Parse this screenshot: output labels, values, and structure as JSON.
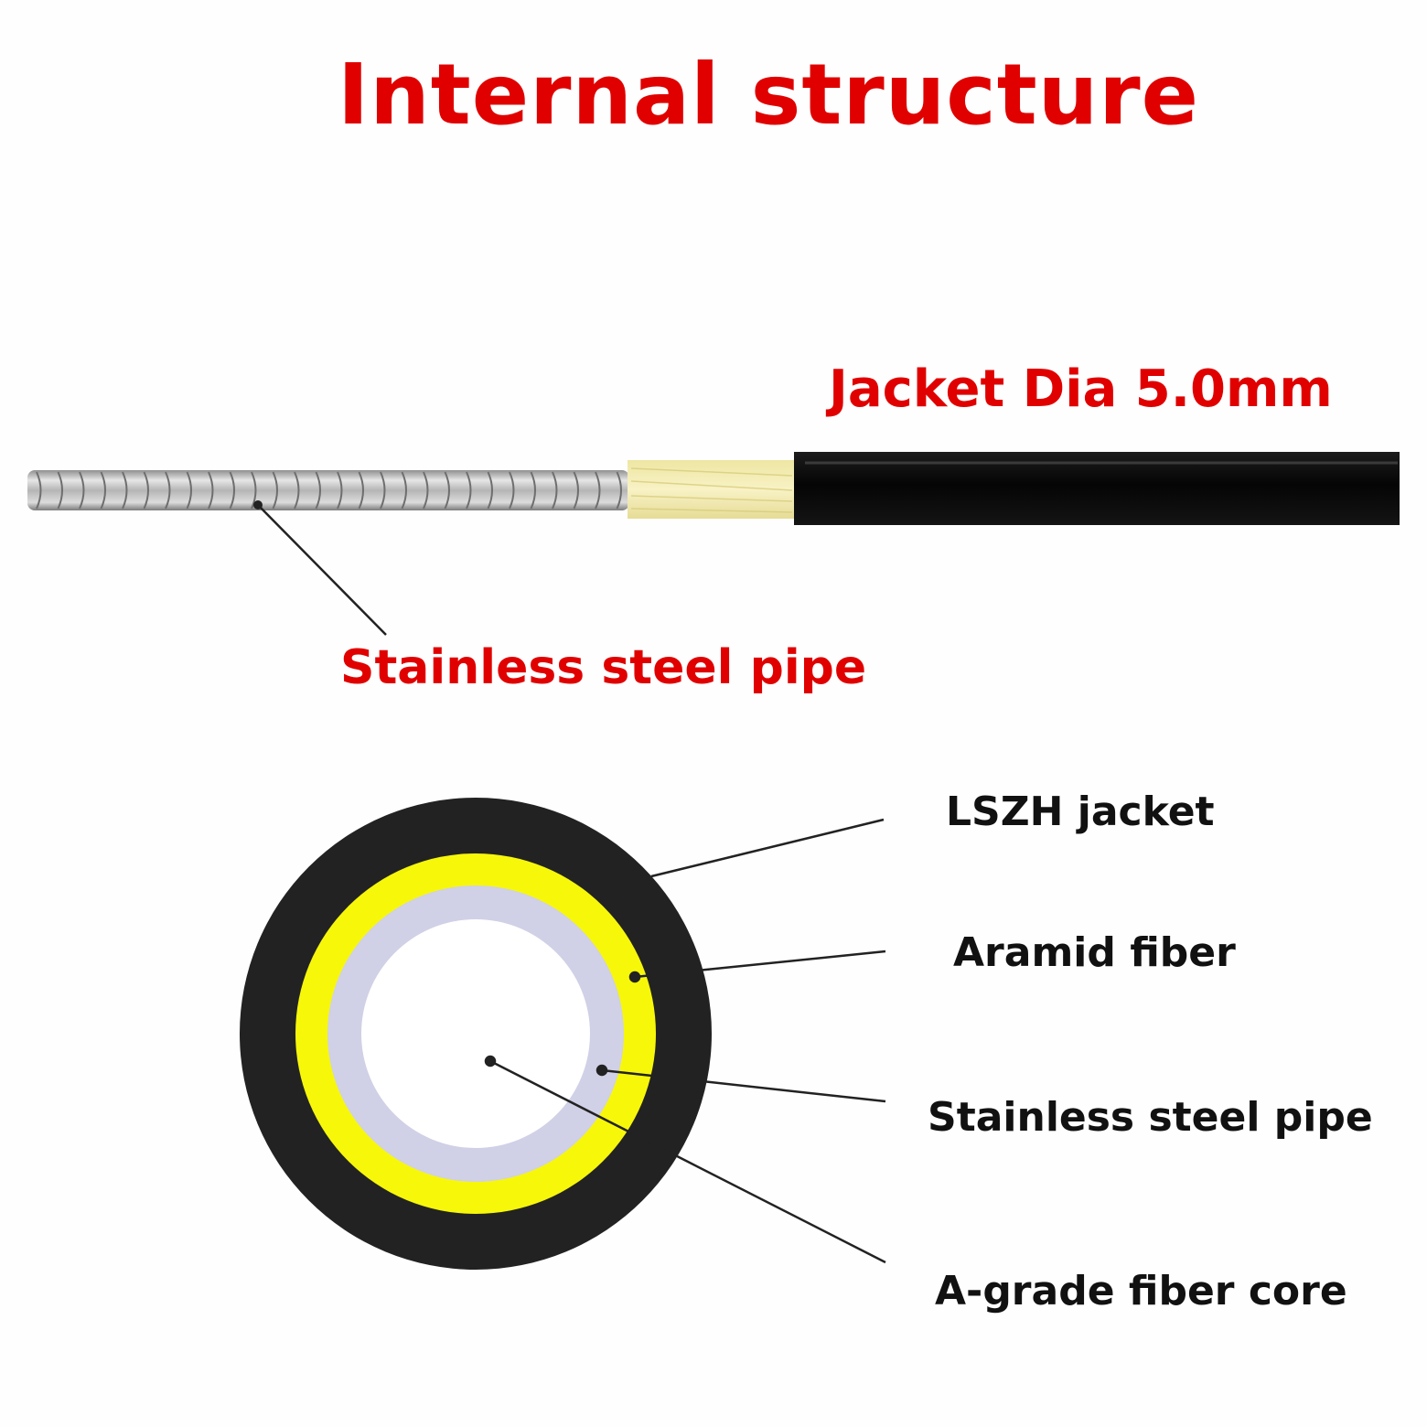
{
  "title": "Internal structure",
  "side_view": {
    "jacket_label": "Jacket Dia 5.0mm",
    "steel_pipe_label": "Stainless steel pipe"
  },
  "cross_section": {
    "legend": [
      {
        "id": "lszh-jacket",
        "label": "LSZH jacket",
        "color": "#222222"
      },
      {
        "id": "aramid-fiber",
        "label": "Aramid fiber",
        "color": "#f7f70a"
      },
      {
        "id": "stainless-steel-pipe",
        "label": "Stainless steel pipe",
        "color": "#d0d0e6"
      },
      {
        "id": "fiber-core",
        "label": "A-grade fiber core",
        "color": "#ffffff"
      }
    ]
  },
  "colors": {
    "label_red": "#e00000",
    "steel": "#b8b8b8",
    "aramid_side": "#f2ecb0",
    "jacket_black": "#0d0d0d"
  }
}
